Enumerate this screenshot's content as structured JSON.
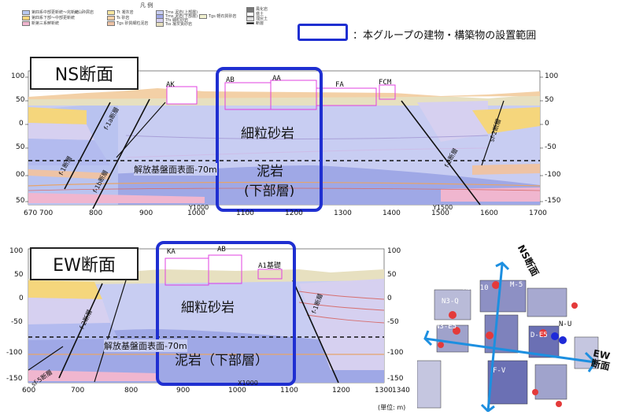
{
  "legend": {
    "title": "凡 例",
    "items": [
      "第四系中部更新統～完新統",
      "第四系下部～中部更新統",
      "新第三系鮮新統",
      "火山砕屑岩",
      "Tt 凝灰岩",
      "Ts 砂岩",
      "Tgs 砂質細粒泥岩",
      "Tms 泥岩(上部層)",
      "Tms 泥岩(下部層)",
      "Tfs 細粒砂岩",
      "Tss 凝灰質砂岩",
      "Tgs 軽石質砂岩",
      "風化岩",
      "盛土",
      "埋戻土",
      "断層"
    ],
    "scope_text": "：本グループの建物・構築物の設置範囲",
    "accent": "#1f2fd1"
  },
  "ns": {
    "title": "NS断面",
    "upper_rock": "細粒砂岩",
    "lower_rock_line1": "泥岩",
    "lower_rock_line2": "(下部層)",
    "datum": "解放基盤面表面-70m",
    "buildings": [
      "AK",
      "AB",
      "AA",
      "FA",
      "FCM"
    ],
    "x_ticks": [
      "670",
      "700",
      "800",
      "900",
      "1000",
      "1100",
      "1200",
      "1300",
      "1400",
      "1500",
      "1600",
      "1700"
    ],
    "y_left": [
      "100",
      "50",
      "0",
      "50",
      "00",
      "50"
    ],
    "y_right": [
      "100",
      "50",
      "0",
      "-50",
      "-100",
      "-150"
    ],
    "faults": [
      "f-1断層",
      "f-1a断層",
      "f-1b断層",
      "f-2断層",
      "sf-2断層"
    ],
    "markers": [
      "Y1000",
      "Y1500"
    ]
  },
  "ew": {
    "title": "EW断面",
    "upper_rock": "細粒砂岩",
    "lower_rock": "泥岩（下部層）",
    "datum": "解放基盤面表面-70m",
    "buildings": [
      "KA",
      "AB",
      "A1基礎"
    ],
    "x_ticks": [
      "600",
      "700",
      "800",
      "900",
      "1000",
      "1100",
      "1200",
      "1300",
      "1340"
    ],
    "y_left": [
      "100",
      "50",
      "0",
      "-50",
      "-100",
      "-150"
    ],
    "y_right": [
      "100",
      "50",
      "0",
      "-50",
      "-100",
      "-150"
    ],
    "faults": [
      "f-2断層",
      "f-1断層",
      "sf-5断層"
    ],
    "markers": [
      "X1000"
    ],
    "unit": "(単位: m)"
  },
  "map": {
    "ns_label": "NS断面",
    "ew_label": "EW断面",
    "labels": [
      "R5-Q10",
      "M-5",
      "N3-Q",
      "N3-E5",
      "N-U",
      "D-E5",
      "R5-",
      "F-V"
    ]
  }
}
